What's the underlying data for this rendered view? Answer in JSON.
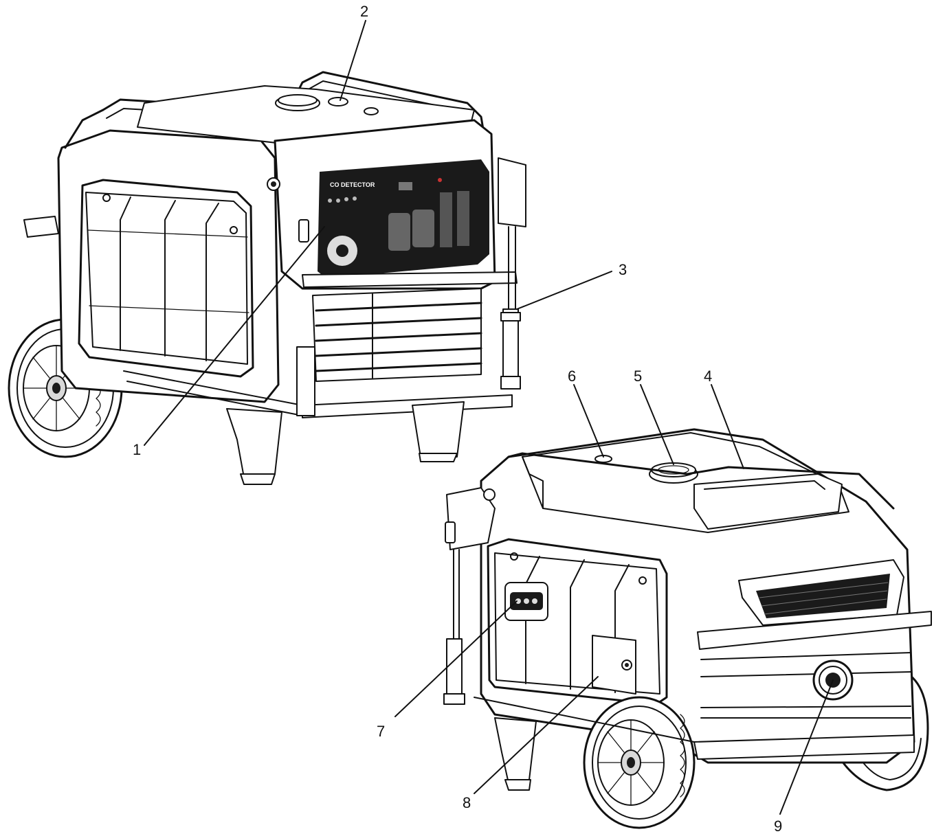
{
  "figure": {
    "panel_label": "CO DETECTOR",
    "callouts": [
      {
        "id": "1",
        "label": "1"
      },
      {
        "id": "2",
        "label": "2"
      },
      {
        "id": "3",
        "label": "3"
      },
      {
        "id": "4",
        "label": "4"
      },
      {
        "id": "5",
        "label": "5"
      },
      {
        "id": "6",
        "label": "6"
      },
      {
        "id": "7",
        "label": "7"
      },
      {
        "id": "8",
        "label": "8"
      },
      {
        "id": "9",
        "label": "9"
      }
    ],
    "colors": {
      "line": "#111111",
      "panel": "#1a1a1a",
      "background": "#ffffff"
    }
  }
}
